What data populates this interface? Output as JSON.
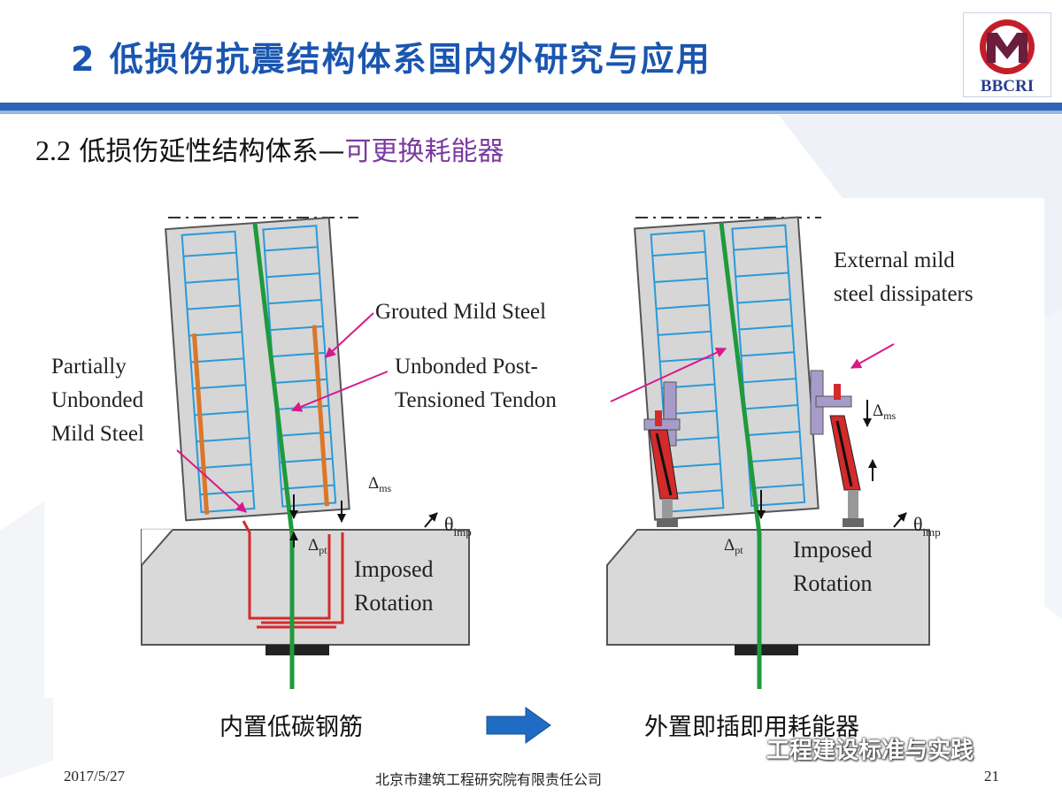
{
  "slide": {
    "title": "2  低损伤抗震结构体系国内外研究与应用",
    "logo_text": "BBCRI",
    "section_number": "2.2",
    "section_title": "低损伤延性结构体系—",
    "section_highlight": "可更换耗能器"
  },
  "figure": {
    "left_labels": {
      "partially_line1": "Partially",
      "partially_line2": "Unbonded",
      "partially_line3": "Mild Steel",
      "grouted": "Grouted Mild Steel",
      "tendon_line1": "Unbonded Post-",
      "tendon_line2": "Tensioned Tendon",
      "imposed_line1": "Imposed",
      "imposed_line2": "Rotation",
      "delta_ms_symbol": "Δ",
      "delta_ms_sub": "ms",
      "delta_pt_symbol": "Δ",
      "delta_pt_sub": "pt",
      "theta_symbol": "θ",
      "theta_sub": "imp"
    },
    "right_labels": {
      "external_line1": "External mild",
      "external_line2": "steel dissipaters",
      "imposed_line1": "Imposed",
      "imposed_line2": "Rotation",
      "delta_ms_symbol": "Δ",
      "delta_ms_sub": "ms",
      "delta_pt_symbol": "Δ",
      "delta_pt_sub": "pt",
      "theta_symbol": "θ",
      "theta_sub": "imp"
    }
  },
  "captions": {
    "left": "内置低碳钢筋",
    "right": "外置即插即用耗能器"
  },
  "watermark": "工程建设标准与实践",
  "footer": {
    "date": "2017/5/27",
    "organization": "北京市建筑工程研究院有限责任公司",
    "page": "21"
  },
  "colors": {
    "title_blue": "#1a56b0",
    "header_rule": "#2f63b6",
    "highlight_purple": "#7b3aa0",
    "rebar_blue": "#2a9ad8",
    "tendon_green": "#1f9a3c",
    "mild_steel_orange": "#d9772a",
    "dissipater_red": "#d42a2a",
    "pointer_magenta": "#d61a8a",
    "arrow_blue": "#1f6cc4"
  },
  "icons": [
    "logo-m-icon",
    "blue-right-arrow-icon",
    "wechat-icon"
  ]
}
